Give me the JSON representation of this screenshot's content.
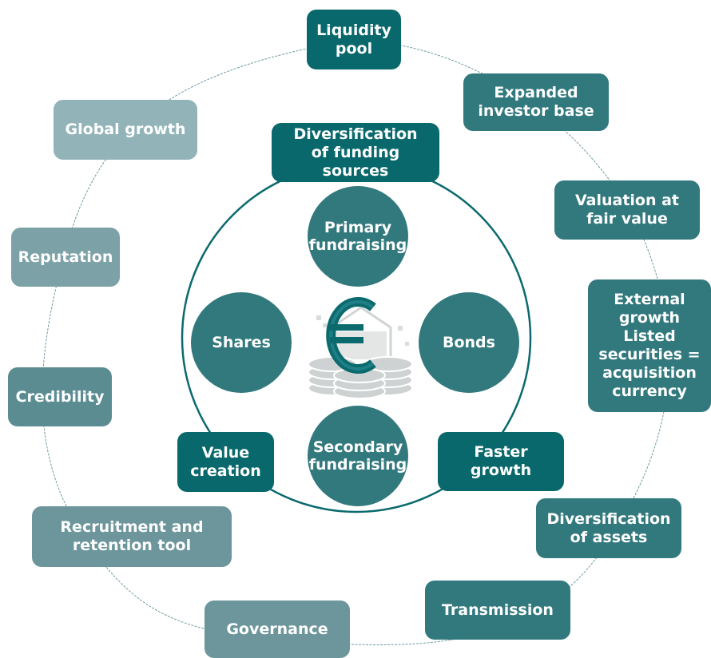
{
  "colors": {
    "dark": "#09686b",
    "mid": "#32797e",
    "gray1": "#5a8c92",
    "gray2": "#6c969c",
    "gray3": "#7ca1a6",
    "light": "#92b4b9",
    "line": "#6e9ca1",
    "circle": "#0b6a6e",
    "coins": "#cfd2d2"
  },
  "icons": {
    "center": "euro-coins-icon"
  },
  "outer": {
    "liquidity": "Liquidity\npool",
    "expanded": "Expanded\ninvestor base",
    "valuation": "Valuation at\nfair value",
    "external": "External\ngrowth\nListed\nsecurities =\nacquisition\ncurrency",
    "diversification_assets": "Diversification\nof assets",
    "transmission": "Transmission",
    "governance": "Governance",
    "recruitment": "Recruitment and\nretention tool",
    "credibility": "Credibility",
    "reputation": "Reputation",
    "global_growth": "Global growth"
  },
  "inner": {
    "diversification_funding": "Diversification\nof funding sources",
    "value_creation": "Value\ncreation",
    "faster_growth": "Faster\ngrowth"
  },
  "circles": {
    "primary": "Primary\nfundraising",
    "shares": "Shares",
    "bonds": "Bonds",
    "secondary": "Secondary\nfundraising"
  }
}
